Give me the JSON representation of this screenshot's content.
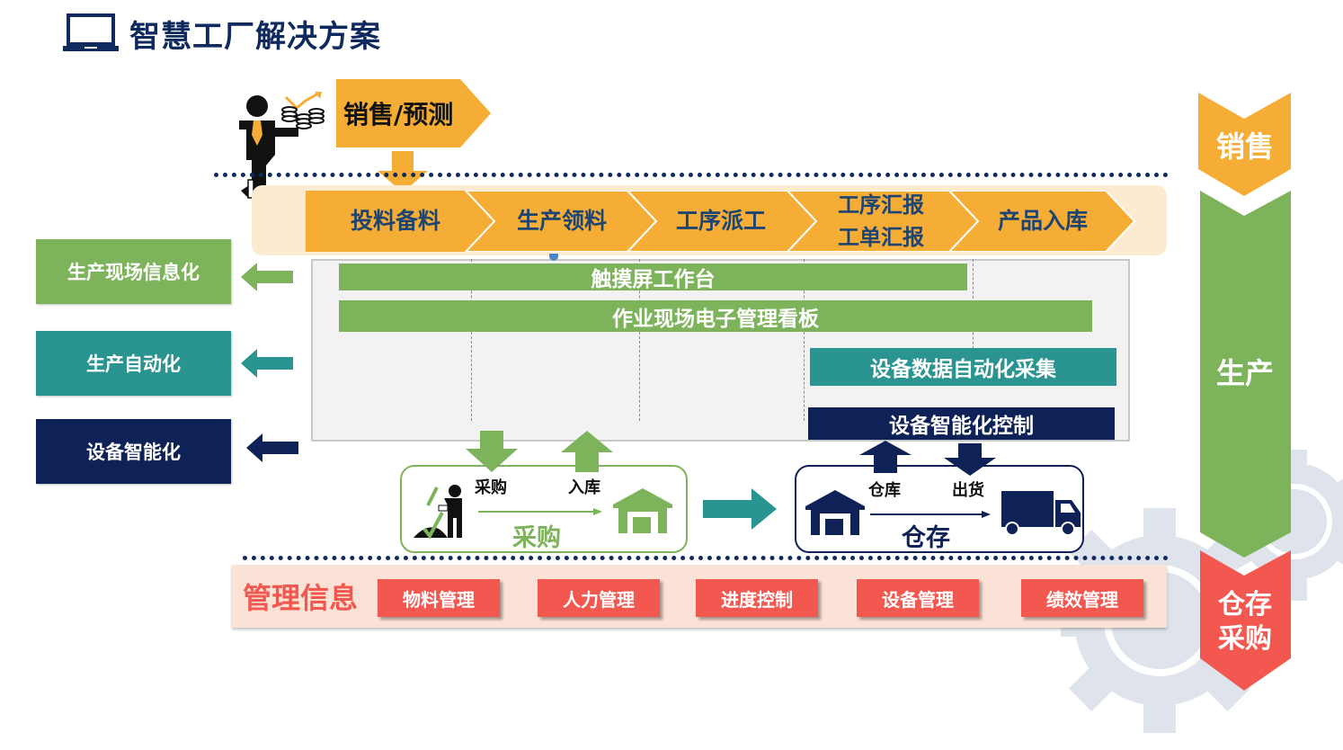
{
  "title": "智慧工厂解决方案",
  "icons": {
    "title_icon": "laptop-icon",
    "businessman": "businessman-icon",
    "coins": "coins-growth-icon",
    "worker": "worker-checklist-icon",
    "warehouse": "warehouse-icon",
    "truck": "truck-icon",
    "gear": "gear-icon"
  },
  "sales_forecast": "销售/预测",
  "process_steps": [
    {
      "label": "投料备料"
    },
    {
      "label": "生产领料"
    },
    {
      "label": "工序派工"
    },
    {
      "label": "工序汇报\n工单汇报",
      "line1": "工序汇报",
      "line2": "工单汇报"
    },
    {
      "label": "产品入库"
    }
  ],
  "bars": {
    "touchscreen": "触摸屏工作台",
    "kanban": "作业现场电子管理看板",
    "data_collection": "设备数据自动化采集",
    "smart_control": "设备智能化控制"
  },
  "categories": [
    {
      "label": "生产现场信息化",
      "color": "#7db35a"
    },
    {
      "label": "生产自动化",
      "color": "#2a9490"
    },
    {
      "label": "设备智能化",
      "color": "#0f2257"
    }
  ],
  "procurement": {
    "arrow_down_label": "采购",
    "arrow_up_label": "入库",
    "title": "采购"
  },
  "warehouse": {
    "arrow_up_label": "仓库",
    "arrow_down_label": "出货",
    "title": "仓存"
  },
  "management": {
    "title": "管理信息",
    "items": [
      "物料管理",
      "人力管理",
      "进度控制",
      "设备管理",
      "绩效管理"
    ]
  },
  "chevrons": [
    {
      "label": "销售",
      "color": "#f5ad36"
    },
    {
      "label": "生产",
      "color": "#7db35a"
    },
    {
      "label": "仓存\n采购",
      "line1": "仓存",
      "line2": "采购",
      "color": "#f2584f"
    }
  ],
  "colors": {
    "navy": "#0f2a5e",
    "orange": "#f5ad36",
    "green": "#7db35a",
    "teal": "#2a9490",
    "dark_navy": "#0f2257",
    "red": "#f2584f",
    "step_text": "#1e4471"
  }
}
